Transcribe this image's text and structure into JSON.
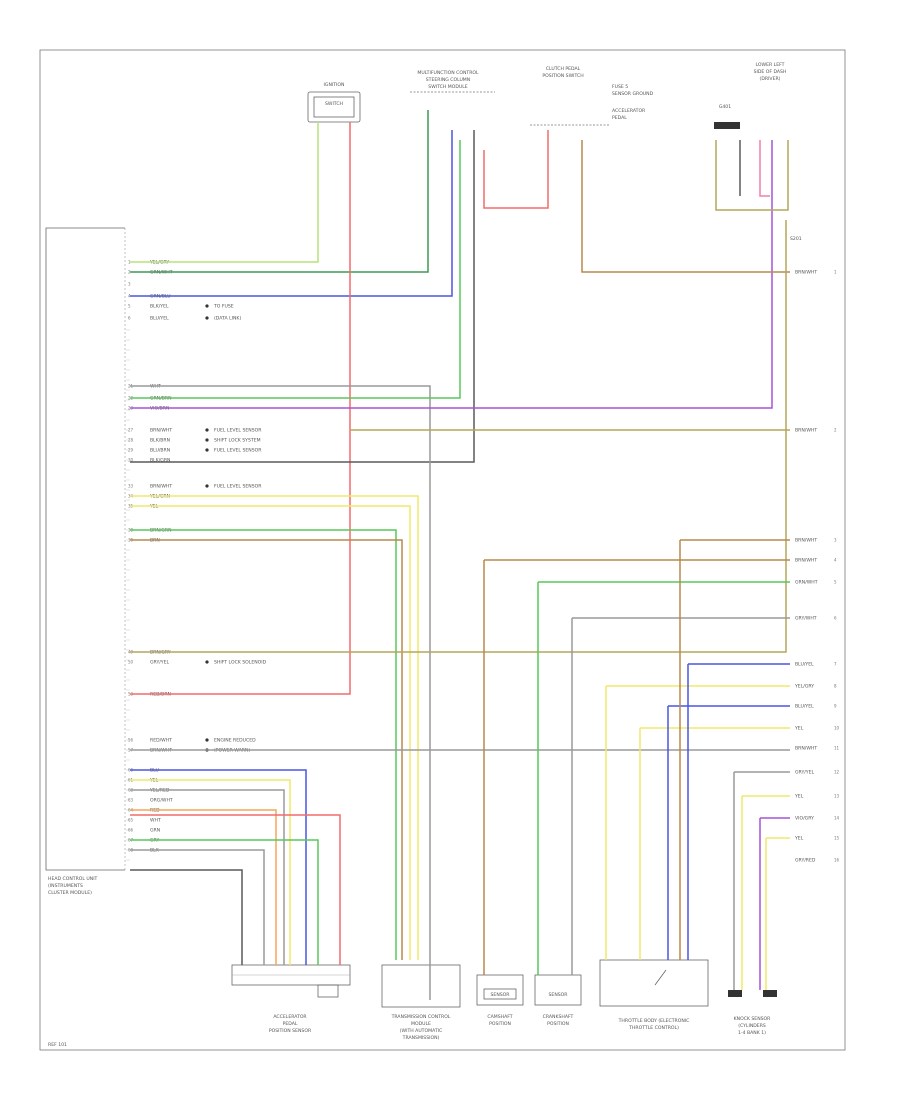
{
  "page": {
    "footer_code": "REF 101"
  },
  "colors": {
    "green": "#59c85a",
    "light_green": "#b7e37a",
    "dark_green": "#3f9a55",
    "red": "#f36b6b",
    "blue": "#4a55e0",
    "violet": "#a654d6",
    "brown": "#b88a4c",
    "olive": "#b5a65d",
    "yellow": "#efe86a",
    "orange": "#f3a65a",
    "grey": "#9a9a9a",
    "dark_grey": "#5a5a5a",
    "pink": "#f07fb0"
  },
  "components": {
    "main_module": {
      "label_line1": "HEAD CONTROL UNIT",
      "label_line2": "(INSTRUMENTS",
      "label_line3": "CLUSTER MODULE)"
    },
    "top_sensor_a": {
      "label_line1": "IGNITION",
      "label_line2": "SWITCH"
    },
    "top_connector_b": {
      "label_line1": "MULTIFUNCTION CONTROL",
      "label_line2": "STEERING COLUMN",
      "label_line3": "SWITCH MODULE"
    },
    "top_switch_c": {
      "label_line1": "CLUTCH PEDAL",
      "label_line2": "POSITION SWITCH",
      "side1": "FUSE 5",
      "side2": "SENSOR GROUND",
      "side3": "ACCELERATOR",
      "side4": "PEDAL"
    },
    "top_right_d": {
      "label_line1": "LOWER LEFT",
      "label_line2": "SIDE OF DASH",
      "label_line3": "(DRIVER)",
      "ground_tag": "G401",
      "splice_tag": "S201"
    },
    "bottom_sensor_e": {
      "label_line1": "ACCELERATOR",
      "label_line2": "PEDAL",
      "label_line3": "POSITION SENSOR"
    },
    "bottom_module_f": {
      "label_line1": "TRANSMISSION CONTROL",
      "label_line2": "MODULE",
      "label_line3": "(WITH AUTOMATIC",
      "label_line4": "TRANSMISSION)"
    },
    "bottom_sensor_g": {
      "label_line1": "CAMSHAFT",
      "label_line2": "POSITION",
      "inner": "SENSOR"
    },
    "bottom_sensor_h": {
      "label_line1": "CRANKSHAFT",
      "label_line2": "POSITION",
      "inner": "SENSOR"
    },
    "bottom_module_i": {
      "label_line1": "THROTTLE BODY (ELECTRONIC",
      "label_line2": "THROTTLE CONTROL)"
    },
    "bottom_sensor_j": {
      "label_line1": "KNOCK SENSOR",
      "label_line2": "(CYLINDERS",
      "label_line3": "1-4 BANK 1)"
    }
  },
  "left_rows": [
    {
      "pin": "1",
      "wire": "YEL/GRY",
      "note": ""
    },
    {
      "pin": "2",
      "wire": "GRN/WHT",
      "note": ""
    },
    {
      "pin": "3",
      "wire": "",
      "note": ""
    },
    {
      "pin": "4",
      "wire": "GRN/BLU",
      "note": ""
    },
    {
      "pin": "5",
      "wire": "BLK/YEL",
      "note": "TO FUSE"
    },
    {
      "pin": "6",
      "wire": "BLU/YEL",
      "note": "(DATA LINK)"
    },
    {
      "pin": "21",
      "wire": "WHT",
      "note": ""
    },
    {
      "pin": "22",
      "wire": "GRN/BRN",
      "note": ""
    },
    {
      "pin": "23",
      "wire": "VIO/BRN",
      "note": ""
    },
    {
      "pin": "27",
      "wire": "BRN/WHT",
      "note": "FUEL LEVEL SENSOR"
    },
    {
      "pin": "28",
      "wire": "BLK/BRN",
      "note": "SHIFT LOCK SYSTEM"
    },
    {
      "pin": "29",
      "wire": "BLU/BRN",
      "note": "FUEL LEVEL SENSOR"
    },
    {
      "pin": "30",
      "wire": "BLK/GRN",
      "note": ""
    },
    {
      "pin": "33",
      "wire": "BRN/WHT",
      "note": "FUEL LEVEL SENSOR"
    },
    {
      "pin": "34",
      "wire": "YEL/GRN",
      "note": ""
    },
    {
      "pin": "35",
      "wire": "YEL",
      "note": ""
    },
    {
      "pin": "38",
      "wire": "BRN/GRN",
      "note": ""
    },
    {
      "pin": "39",
      "wire": "BRN",
      "note": ""
    },
    {
      "pin": "49",
      "wire": "BRN/GRY",
      "note": ""
    },
    {
      "pin": "50",
      "wire": "GRY/YEL",
      "note": "SHIFT LOCK SOLENOID"
    },
    {
      "pin": "53",
      "wire": "RED/BRN",
      "note": ""
    },
    {
      "pin": "56",
      "wire": "RED/WHT",
      "note": "ENGINE REDUCED"
    },
    {
      "pin": "57",
      "wire": "BRN/WHT",
      "note": "(POWER WARN)"
    },
    {
      "pin": "60",
      "wire": "BLU",
      "note": ""
    },
    {
      "pin": "61",
      "wire": "YEL",
      "note": ""
    },
    {
      "pin": "62",
      "wire": "YEL/RED",
      "note": ""
    },
    {
      "pin": "63",
      "wire": "ORG/WHT",
      "note": ""
    },
    {
      "pin": "64",
      "wire": "RED",
      "note": ""
    },
    {
      "pin": "65",
      "wire": "WHT",
      "note": ""
    },
    {
      "pin": "66",
      "wire": "GRN",
      "note": ""
    },
    {
      "pin": "67",
      "wire": "GRY",
      "note": ""
    },
    {
      "pin": "68",
      "wire": "BLK",
      "note": ""
    }
  ],
  "right_rows": [
    {
      "wire": "BRN/WHT",
      "ref": "1"
    },
    {
      "wire": "BRN/WHT",
      "ref": "2"
    },
    {
      "wire": "BRN/WHT",
      "ref": "3"
    },
    {
      "wire": "BRN/WHT",
      "ref": "4"
    },
    {
      "wire": "GRN/WHT",
      "ref": "5"
    },
    {
      "wire": "GRY/WHT",
      "ref": "6"
    },
    {
      "wire": "BLU/YEL",
      "ref": "7"
    },
    {
      "wire": "YEL/GRY",
      "ref": "8"
    },
    {
      "wire": "BLU/YEL",
      "ref": "9"
    },
    {
      "wire": "YEL",
      "ref": "10"
    },
    {
      "wire": "BRN/WHT",
      "ref": "11"
    },
    {
      "wire": "GRY/YEL",
      "ref": "12"
    },
    {
      "wire": "YEL",
      "ref": "13"
    },
    {
      "wire": "VIO/GRY",
      "ref": "14"
    },
    {
      "wire": "YEL",
      "ref": "15"
    },
    {
      "wire": "GRY/RED",
      "ref": "16"
    }
  ]
}
